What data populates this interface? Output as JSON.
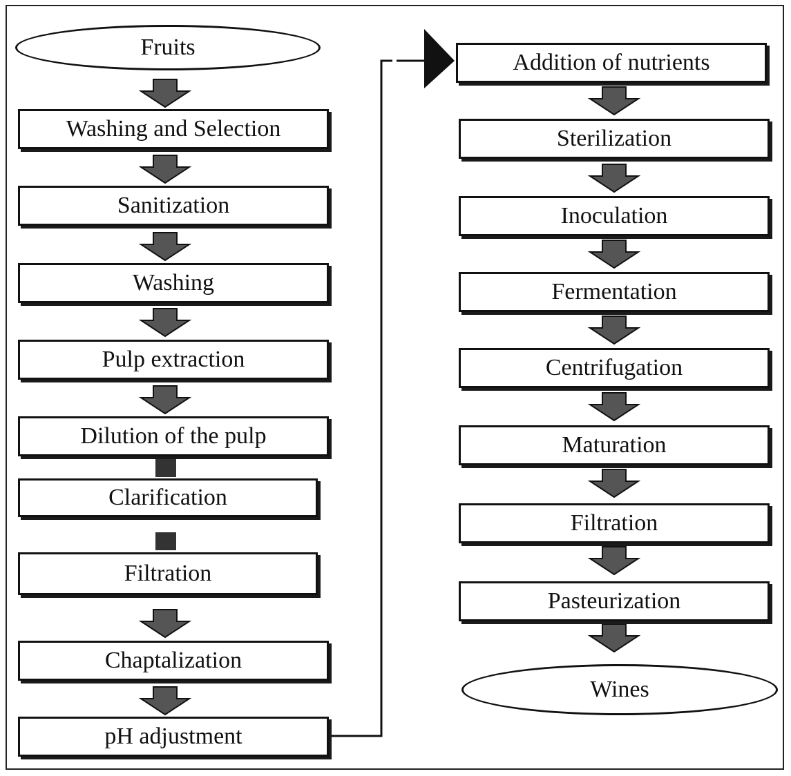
{
  "diagram": {
    "left_column": {
      "start": "Fruits",
      "steps": [
        "Washing and Selection",
        "Sanitization",
        "Washing",
        "Pulp extraction",
        "Dilution of the pulp",
        "Clarification",
        "Filtration",
        "Chaptalization",
        "pH adjustment"
      ]
    },
    "right_column": {
      "steps": [
        "Addition of nutrients",
        "Sterilization",
        "Inoculation",
        "Fermentation",
        "Centrifugation",
        "Maturation",
        "Filtration",
        "Pasteurization"
      ],
      "end": "Wines"
    },
    "colors": {
      "arrow_fill": "#555555",
      "stroke": "#111111"
    }
  }
}
